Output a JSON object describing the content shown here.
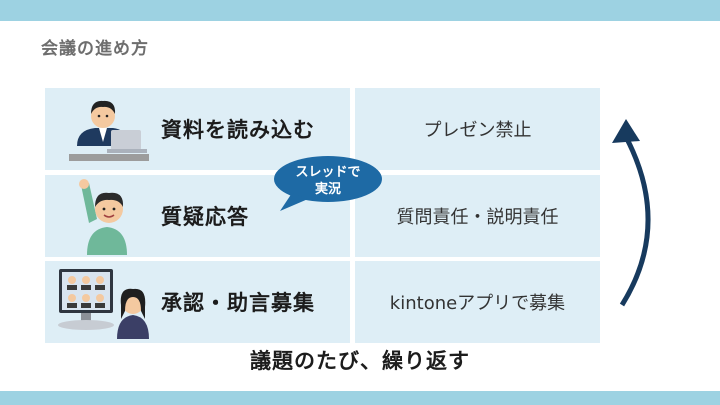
{
  "header": {
    "title": "会議の進め方"
  },
  "steps": [
    {
      "label": "資料を読み込む",
      "note": "プレゼン禁止"
    },
    {
      "label": "質疑応答",
      "note": "質問責任・説明責任"
    },
    {
      "label": "承認・助言募集",
      "note": "kintoneアプリで募集"
    }
  ],
  "bubble": {
    "line1": "スレッドで",
    "line2": "実況"
  },
  "footer": {
    "text": "議題のたび、繰り返す"
  },
  "colors": {
    "bar": "#9dd2e2",
    "cell": "#deeef6",
    "bubble": "#1e6aa5",
    "arrow": "#173a5e"
  },
  "icons": [
    "person-laptop-icon",
    "person-raising-hand-icon",
    "video-conference-icon",
    "cycle-arrow-icon"
  ]
}
